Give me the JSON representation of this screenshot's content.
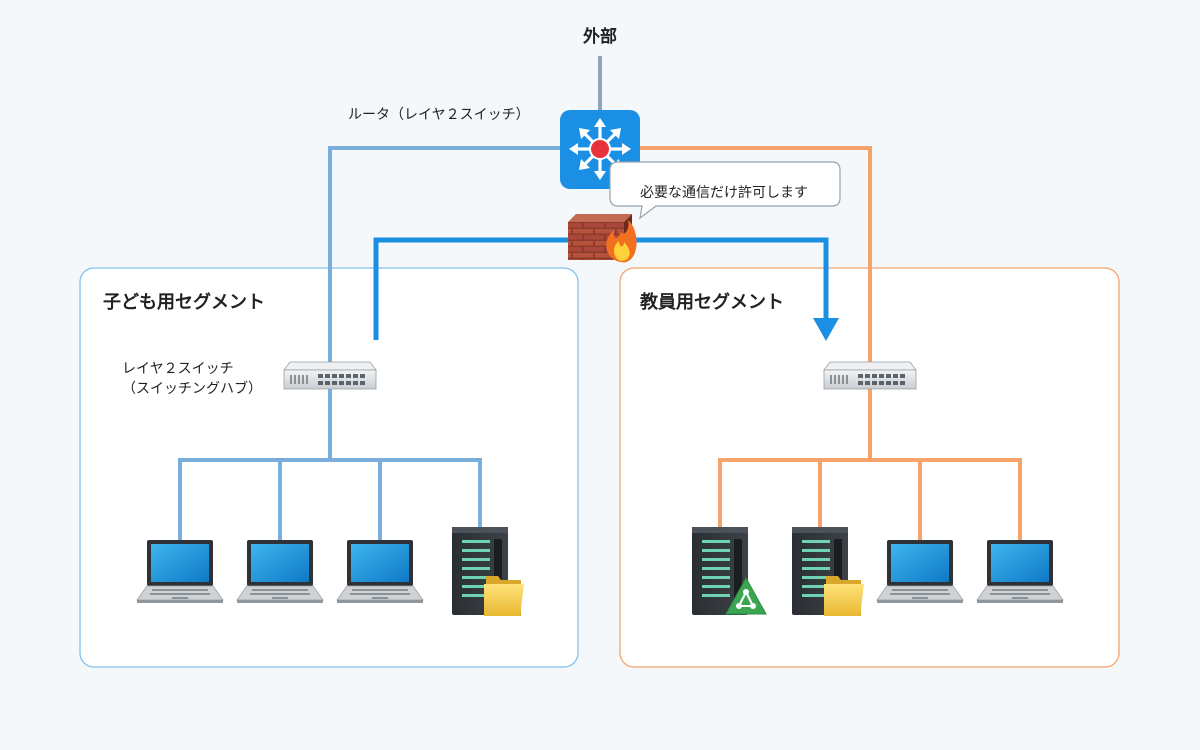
{
  "labels": {
    "external": "外部",
    "router": "ルータ（レイヤ２スイッチ）",
    "callout": "必要な通信だけ許可します",
    "segment_children": "子ども用セグメント",
    "segment_teachers": "教員用セグメント",
    "switch_line1": "レイヤ２スイッチ",
    "switch_line2": "（スイッチングハブ）"
  },
  "colors": {
    "background": "#f4f8fb",
    "children_link": "#7aaedb",
    "teachers_link": "#f4a46a",
    "external_link": "#8ea4b8",
    "allowed_path": "#1a8fe3",
    "router_tile": "#1a8fe3",
    "router_hub": "#e8313a"
  },
  "icons": {
    "router": "router-icon",
    "firewall": "firewall-icon",
    "switch": "switch-icon",
    "laptop": "laptop-icon",
    "file_server": "file-server-icon",
    "app_server": "app-server-icon"
  },
  "segments": {
    "children": {
      "devices": [
        "laptop",
        "laptop",
        "laptop",
        "file-server"
      ]
    },
    "teachers": {
      "devices": [
        "app-server",
        "file-server",
        "laptop",
        "laptop"
      ]
    }
  }
}
